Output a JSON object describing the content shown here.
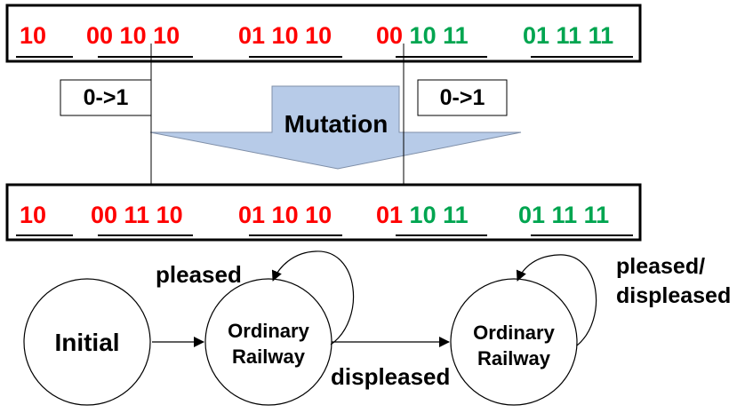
{
  "colors": {
    "red": "#ff0000",
    "green": "#00a550",
    "arrow_fill": "#b7cbe8",
    "stroke": "#000000"
  },
  "top_chromosome": {
    "segments": [
      {
        "bits": [
          {
            "text": "10",
            "color": "red"
          }
        ]
      },
      {
        "bits": [
          {
            "text": "00",
            "color": "red"
          },
          {
            "text": "10",
            "color": "red"
          },
          {
            "text": "10",
            "color": "red"
          }
        ]
      },
      {
        "bits": [
          {
            "text": "01",
            "color": "red"
          },
          {
            "text": "10",
            "color": "red"
          },
          {
            "text": "10",
            "color": "red"
          }
        ]
      },
      {
        "bits": [
          {
            "text": "00",
            "color": "red"
          },
          {
            "text": "10",
            "color": "green"
          },
          {
            "text": "11",
            "color": "green"
          }
        ]
      },
      {
        "bits": [
          {
            "text": "01",
            "color": "green"
          },
          {
            "text": "11",
            "color": "green"
          },
          {
            "text": "11",
            "color": "green"
          }
        ]
      }
    ]
  },
  "bottom_chromosome": {
    "segments": [
      {
        "bits": [
          {
            "text": "10",
            "color": "red"
          }
        ]
      },
      {
        "bits": [
          {
            "text": "00",
            "color": "red"
          },
          {
            "text": "11",
            "color": "red"
          },
          {
            "text": "10",
            "color": "red"
          }
        ]
      },
      {
        "bits": [
          {
            "text": "01",
            "color": "red"
          },
          {
            "text": "10",
            "color": "red"
          },
          {
            "text": "10",
            "color": "red"
          }
        ]
      },
      {
        "bits": [
          {
            "text": "01",
            "color": "red"
          },
          {
            "text": "10",
            "color": "green"
          },
          {
            "text": "11",
            "color": "green"
          }
        ]
      },
      {
        "bits": [
          {
            "text": "01",
            "color": "green"
          },
          {
            "text": "11",
            "color": "green"
          },
          {
            "text": "11",
            "color": "green"
          }
        ]
      }
    ]
  },
  "mutation": {
    "label": "Mutation",
    "flip_left": "0->1",
    "flip_right": "0->1"
  },
  "state_machine": {
    "states": [
      {
        "id": "initial",
        "lines": [
          "Initial"
        ]
      },
      {
        "id": "railway1",
        "lines": [
          "Ordinary",
          "Railway"
        ]
      },
      {
        "id": "railway2",
        "lines": [
          "Ordinary",
          "Railway"
        ]
      }
    ],
    "transitions": {
      "self_loop_1": "pleased",
      "railway1_to_railway2": "displeased",
      "self_loop_2_line1": "pleased/",
      "self_loop_2_line2": "displeased"
    }
  }
}
